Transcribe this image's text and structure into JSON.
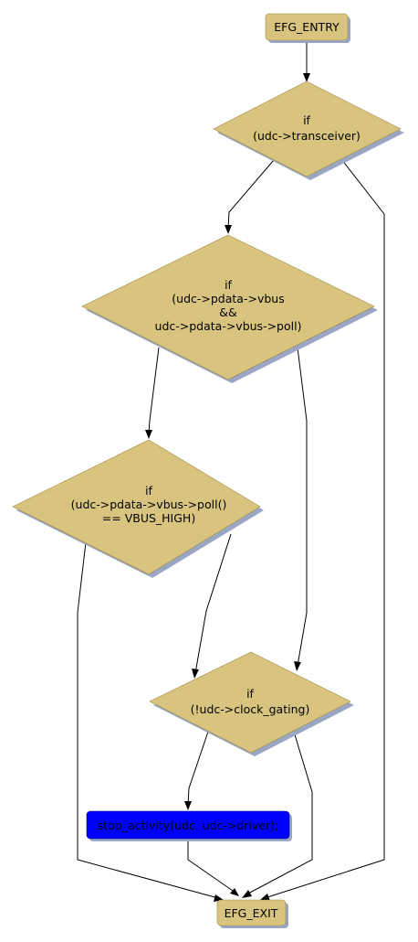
{
  "colors": {
    "node_fill": "#d8c47e",
    "node_stroke": "#a08a40",
    "shadow": "#9aa7c4",
    "action_fill": "#0000ff",
    "action_text": "#ffffff",
    "edge": "#000000"
  },
  "nodes": {
    "entry": {
      "label": "EFG_ENTRY"
    },
    "d1": {
      "lines": [
        "if",
        "(udc->transceiver)"
      ]
    },
    "d2": {
      "lines": [
        "if",
        "(udc->pdata->vbus",
        "&&",
        "udc->pdata->vbus->poll)"
      ]
    },
    "d3": {
      "lines": [
        "if",
        "(udc->pdata->vbus->poll()",
        "== VBUS_HIGH)"
      ]
    },
    "d4": {
      "lines": [
        "if",
        "(!udc->clock_gating)"
      ]
    },
    "action": {
      "label": "stop_activity(udc, udc->driver);"
    },
    "exit": {
      "label": "EFG_EXIT"
    }
  }
}
